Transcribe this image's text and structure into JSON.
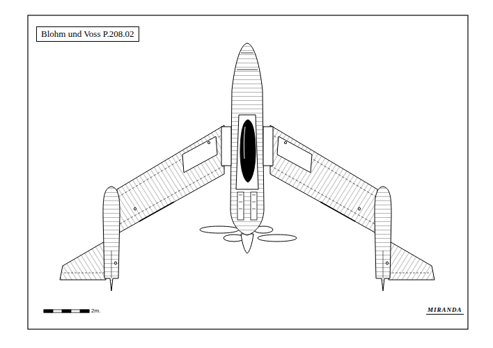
{
  "diagram": {
    "title": "Blohm und Voss P.208.02",
    "labels": [
      "2m.",
      "MIRANDA"
    ]
  }
}
